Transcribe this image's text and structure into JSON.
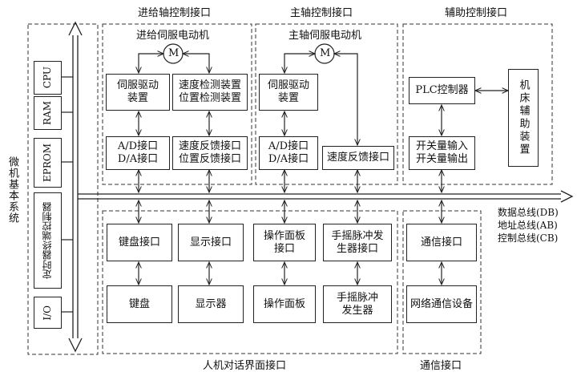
{
  "micro_system": {
    "label": "微机基本系统",
    "modules": [
      "CPU",
      "RAM",
      "EPROM",
      "定时器终端控制器",
      "I/O"
    ]
  },
  "sections": {
    "feed_title": "进给轴控制接口",
    "spindle_title": "主轴控制接口",
    "aux_title": "辅助控制接口",
    "hmi_title": "人机对话界面接口",
    "comm_title": "通信接口"
  },
  "feed": {
    "motor_title": "进给伺服电动机",
    "motor_symbol": "M",
    "servo_drive": [
      "伺服驱动",
      "装置"
    ],
    "speed_detect": [
      "速度检测装置",
      "位置检测装置"
    ],
    "ad_da": [
      "A/D接口",
      "D/A接口"
    ],
    "feedback": [
      "速度反馈接口",
      "位置反馈接口"
    ]
  },
  "spindle": {
    "motor_title": "主轴伺服电动机",
    "motor_symbol": "M",
    "servo_drive": [
      "伺服驱动",
      "装置"
    ],
    "ad_da": [
      "A/D接口",
      "D/A接口"
    ],
    "feedback": "速度反馈接口"
  },
  "aux": {
    "plc": "PLC控制器",
    "machine_aux": "机床辅助装置",
    "switch_io": [
      "开关量输入",
      "开关量输出"
    ]
  },
  "hmi": {
    "keyboard_if": "键盘接口",
    "display_if": "显示接口",
    "panel_if": [
      "操作面板",
      "接口"
    ],
    "mpg_if": [
      "手摇脉冲发",
      "生器接口"
    ],
    "keyboard": "键盘",
    "display": "显示器",
    "panel": "操作面板",
    "mpg": [
      "手摇脉冲",
      "发生器"
    ]
  },
  "comm": {
    "comm_if": "通信接口",
    "network": "网络通信设备"
  },
  "bus": {
    "data": "数据总线(DB)",
    "address": "地址总线(AB)",
    "control": "控制总线(CB)"
  }
}
